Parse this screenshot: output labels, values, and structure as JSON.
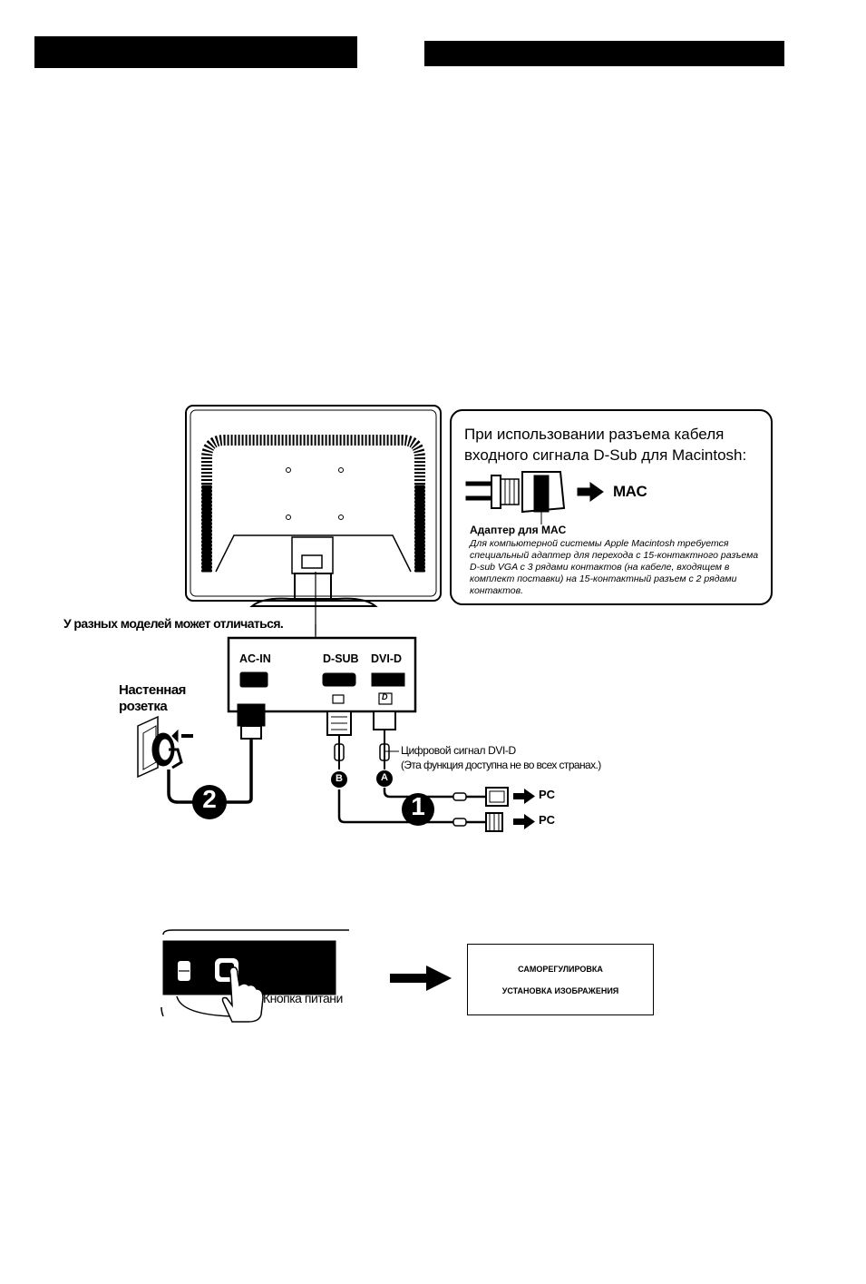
{
  "mac_box": {
    "title": "При использовании разъема кабеля входного сигнала D-Sub для Macintosh:",
    "mac_label": "MAC",
    "adapter_label": "Адаптер для MAC",
    "note": "Для компьютерной системы Apple Macintosh требуется специальный адаптер для перехода с 15-контактного разъема D-sub VGA с 3 рядами контактов (на кабеле, входящем в комплект поставки) на 15-контактный разъем с 2 рядами контактов."
  },
  "diagram": {
    "model_note": "У разных моделей может отличаться.",
    "ports": {
      "ac_in": "AC-IN",
      "d_sub": "D-SUB",
      "dvi_d": "DVI-D"
    },
    "wall_outlet": {
      "line1": "Настенная",
      "line2": "розетка"
    },
    "dvi_signal": {
      "line1": "Цифровой сигнал  DVI-D",
      "line2": "(Эта функция доступна не во всех странах.)"
    },
    "pc_label_1": "PC",
    "pc_label_2": "PC",
    "step_1": "1",
    "step_2": "2",
    "marker_a": "A",
    "marker_b": "B",
    "dvi_port_icon": "D"
  },
  "power": {
    "button_label": "Кнопка питани",
    "auto_line1": "САМОРЕГУЛИРОВКА",
    "auto_line2": "УСТАНОВКА  ИЗОБРАЖЕНИЯ"
  },
  "colors": {
    "ink": "#000000",
    "paper": "#ffffff"
  }
}
